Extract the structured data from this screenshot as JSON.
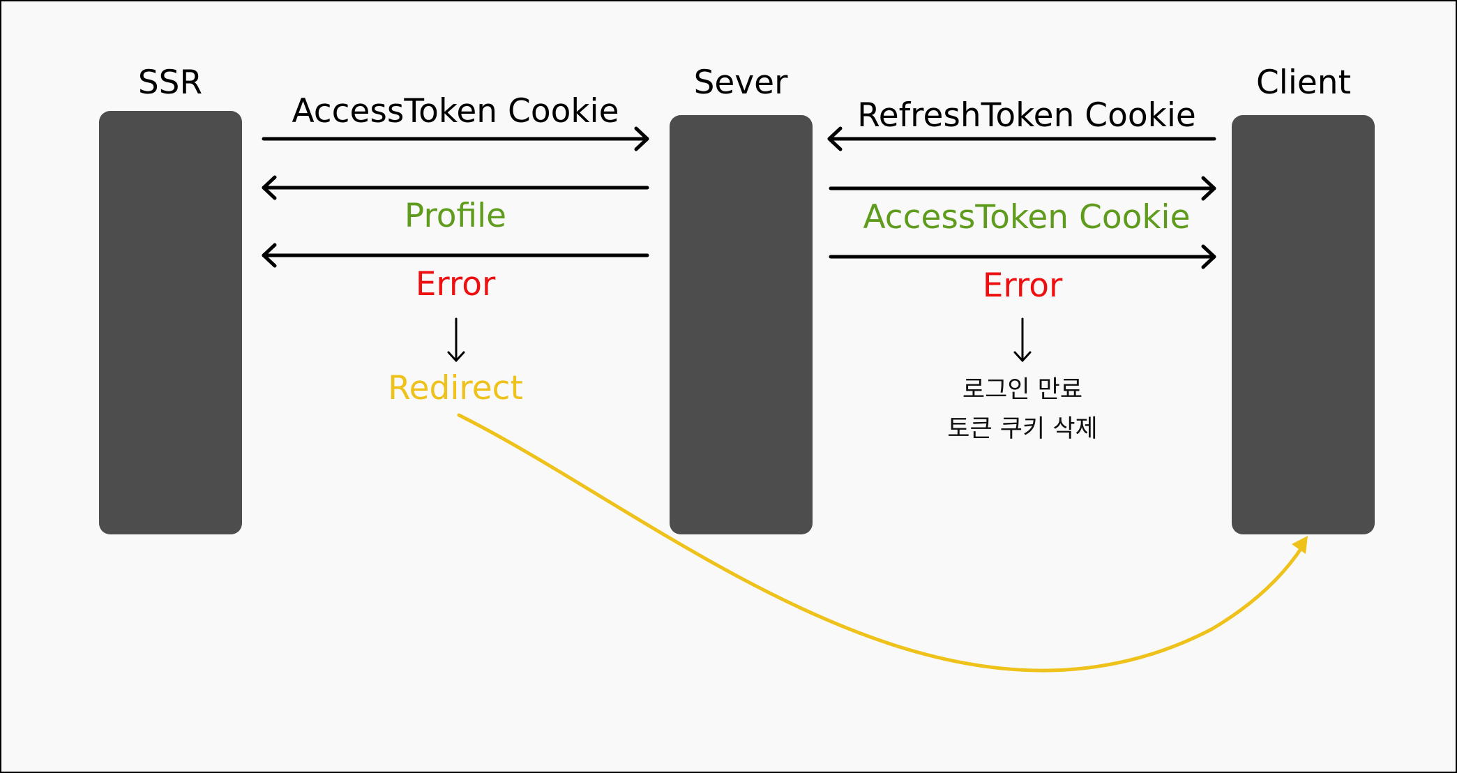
{
  "colors": {
    "box": "#4d4d4d",
    "line": "#000000",
    "success": "#5f9b1c",
    "error": "#ee1010",
    "redirect": "#eec21b",
    "background": "#f9f9f9"
  },
  "nodes": {
    "ssr": "SSR",
    "server": "Sever",
    "client": "Client"
  },
  "edges": {
    "ssr_request": "AccessToken Cookie",
    "ssr_success": "Profile",
    "ssr_error": "Error",
    "ssr_result": "Redirect",
    "client_request": "RefreshToken Cookie",
    "client_success": "AccessToken Cookie",
    "client_error": "Error",
    "client_result_line1": "로그인 만료",
    "client_result_line2": "토큰 쿠키 삭제"
  }
}
